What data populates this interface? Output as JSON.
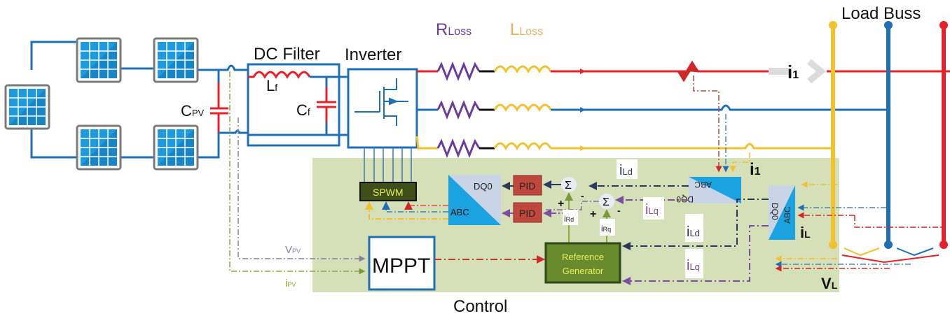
{
  "diagram": {
    "title_labels": {
      "dc_filter": "DC Filter",
      "inverter": "Inverter",
      "load_buss": "Load Buss",
      "control": "Control"
    },
    "components": {
      "rloss": {
        "main": "R",
        "sub": "Loss"
      },
      "lloss": {
        "main": "L",
        "sub": "Loss"
      },
      "cpv": {
        "main": "C",
        "sub": "PV"
      },
      "lf": {
        "main": "L",
        "sub": "f"
      },
      "cf": {
        "main": "C",
        "sub": "f"
      }
    },
    "blocks": {
      "spwm": "SPWM",
      "pid_top": "PID",
      "pid_bottom": "PID",
      "abc_dq0_left_top": "DQ0",
      "abc_dq0_left_bottom": "ABC",
      "abc_dq0_mid_top": "ABC",
      "abc_dq0_mid_bottom": "DQ0",
      "abc_dq0_right_top": "DQ0",
      "abc_dq0_right_bottom": "ABC",
      "mppt": "MPPT",
      "refgen_line1": "Reference",
      "refgen_line2": "Generator",
      "sum_symbol": "Σ"
    },
    "signals": {
      "i1_main": {
        "main": "i",
        "sub": "1"
      },
      "i1_ctrl": {
        "main": "i",
        "sub": "1"
      },
      "iL": {
        "main": "i",
        "sub": "L"
      },
      "vL": {
        "main": "V",
        "sub": "L"
      },
      "iLd_top": {
        "main": "i",
        "sub": "Ld"
      },
      "iLq_top": {
        "main": "i",
        "sub": "Lq"
      },
      "iLd_bottom": {
        "main": "i",
        "sub": "Ld"
      },
      "iLq_bottom": {
        "main": "i",
        "sub": "Lq"
      },
      "iRd": {
        "main": "i",
        "sub": "Rd"
      },
      "iRq": {
        "main": "i",
        "sub": "Rq"
      },
      "vpv": {
        "main": "V",
        "sub": "PV"
      },
      "ipv": {
        "main": "i",
        "sub": "PV"
      },
      "plus": "+",
      "minus": "-"
    },
    "colors": {
      "phase_a": "#e8202a",
      "phase_b": "#1f6fb5",
      "phase_c": "#f2c12e",
      "dc_wire": "#1f6fb5",
      "resistor": "#6a3d9a",
      "inductor_loss": "#f2c12e",
      "control_bg": "#d6e0b8",
      "spwm_bg": "#3e4f1a",
      "spwm_text": "#e8f05a",
      "pid_bg": "#c0473c",
      "refgen_bg": "#6a8a2e",
      "refgen_text": "#e8f05a",
      "transform_light": "#c9d4e6",
      "transform_dark": "#1aa3e0",
      "mppt_border": "#1f6fb5",
      "label_rloss": "#6a3d9a",
      "label_lloss": "#e8b060",
      "navy_signal": "#2b3a5c",
      "purple_signal": "#7a4ea0"
    }
  }
}
